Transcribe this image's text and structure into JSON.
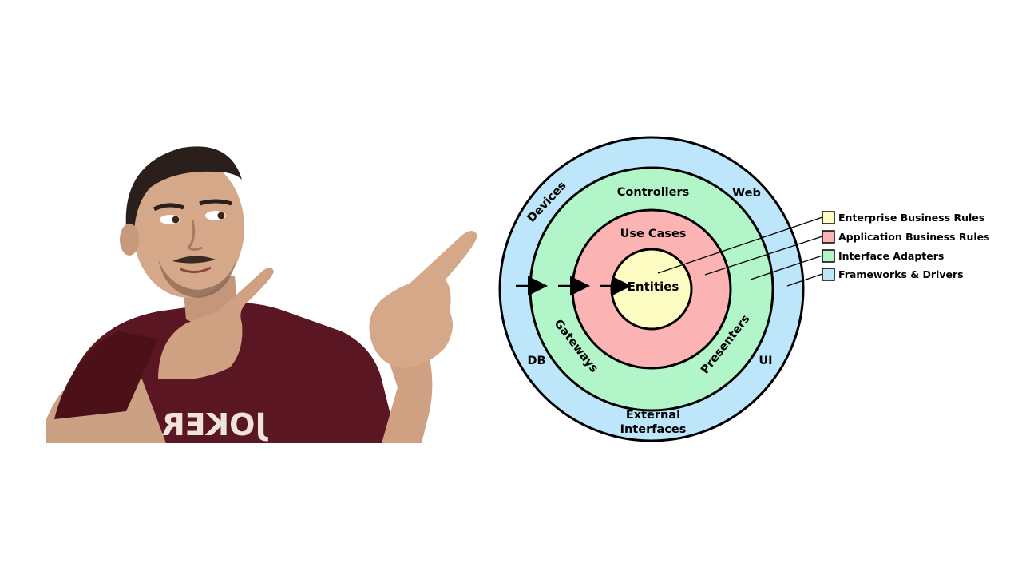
{
  "diagram": {
    "center_label": "Entities",
    "ring_labels": {
      "use_cases": "Use Cases",
      "controllers": "Controllers",
      "gateways": "Gateways",
      "presenters": "Presenters",
      "devices": "Devices",
      "web": "Web",
      "db": "DB",
      "ui": "UI",
      "external_line1": "External",
      "external_line2": "Interfaces"
    },
    "legend": [
      {
        "label": "Enterprise Business Rules",
        "color": "#fdfcc2"
      },
      {
        "label": "Application Business Rules",
        "color": "#fbb3b3"
      },
      {
        "label": "Interface Adapters",
        "color": "#b1f5c9"
      },
      {
        "label": "Frameworks & Drivers",
        "color": "#bde6fb"
      }
    ],
    "colors": {
      "entities": "#fdfcc2",
      "use_cases": "#fbb3b3",
      "interface_adapters": "#b1f5c9",
      "frameworks": "#bde6fb"
    }
  },
  "photo": {
    "shirt_text": "JOKER"
  }
}
